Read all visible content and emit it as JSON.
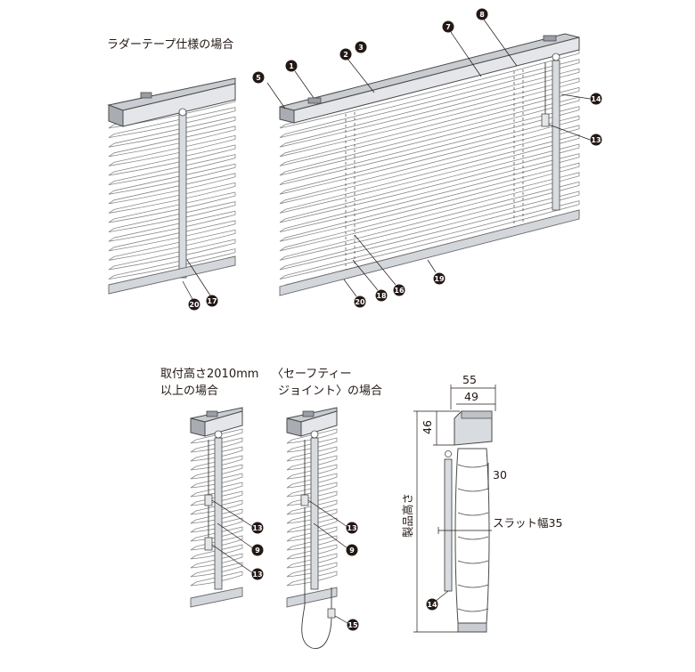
{
  "captions": {
    "ladder_tape": "ラダーテープ仕様の場合",
    "height_line1": "取付高さ2010mm",
    "height_line2": "以上の場合",
    "safety_line1": "〈セーフティー",
    "safety_line2": "ジョイント〉の場合"
  },
  "dimensions": {
    "width_outer": "55",
    "width_inner": "49",
    "height_rail": "46",
    "slat_pitch": "30",
    "slat_width": "スラット幅35",
    "product_height": "製品高さ"
  },
  "callouts": {
    "n1": "1",
    "n2": "2",
    "n3": "3",
    "n5": "5",
    "n7": "7",
    "n8": "8",
    "n9": "9",
    "n13": "13",
    "n14": "14",
    "n15": "15",
    "n16": "16",
    "n17": "17",
    "n18": "18",
    "n19": "19",
    "n20": "20"
  },
  "colors": {
    "callout_fill": "#231815",
    "rail_top": "#c9ccd0",
    "slat_stroke": "#8a8a8a"
  }
}
